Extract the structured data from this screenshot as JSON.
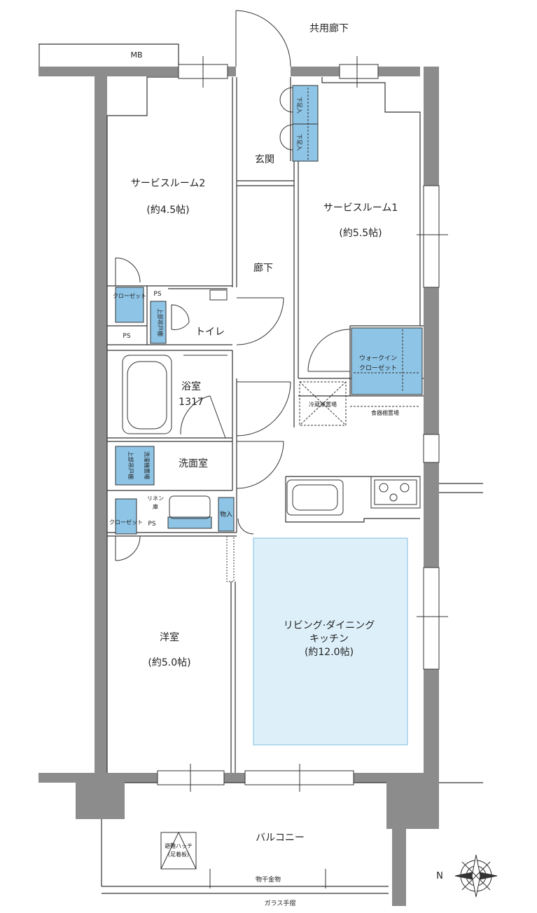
{
  "labels": {
    "common_corridor": "共用廊下",
    "mb": "MB",
    "entrance": "玄関",
    "shoe_cabinet": "下足入",
    "service_room_2": "サービスルーム2",
    "service_room_2_size": "(約4.5帖)",
    "service_room_1": "サービスルーム1",
    "service_room_1_size": "(約5.5帖)",
    "hallway": "廊下",
    "closet": "クローゼット",
    "ps": "PS",
    "upper_cabinet": "上部吊戸棚",
    "toilet": "トイレ",
    "walk_in_closet_l1": "ウォークイン",
    "walk_in_closet_l2": "クローゼット",
    "bathroom": "浴室",
    "bath_size": "1317",
    "fridge_space": "冷蔵庫置場",
    "dish_shelf_space": "食器棚置場",
    "washroom": "洗面室",
    "washer_space": "洗濯機置場",
    "linen_l1": "リネン",
    "linen_l2": "庫",
    "storage": "物入",
    "western_room": "洋室",
    "western_room_size": "(約5.0帖)",
    "ldk_l1": "リビング·ダイニング",
    "ldk_l2": "キッチン",
    "ldk_l3": "(約12.0帖)",
    "balcony": "バルコニー",
    "hatch_l1": "避難ハッチ",
    "hatch_l2": "(足着板)",
    "clothes_hanger": "物干金物",
    "glass_rail": "ガラス手摺",
    "north": "N"
  },
  "colors": {
    "wall": "#8c8c8c",
    "storage_fill": "#8ec4e6",
    "ldk_fill": "#ddf0fa",
    "line": "#333333"
  }
}
